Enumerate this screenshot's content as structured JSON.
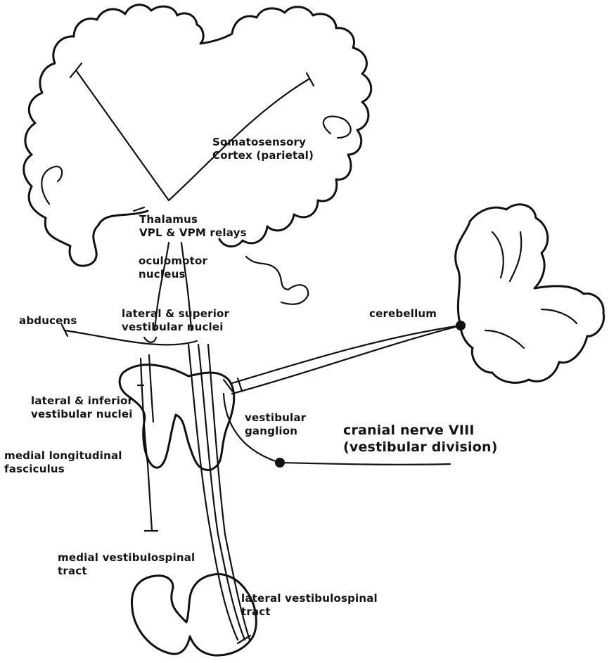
{
  "labels": {
    "somatosensory_cortex": "Somatosensory\nCortex (parietal)",
    "thalamus": "Thalamus\nVPL & VPM relays",
    "oculomotor_nucleus": "oculomotor\nnucleus",
    "abducens": "abducens",
    "lateral_superior_vestibular_nuclei": "lateral & superior\nvestibular nuclei",
    "cerebellum": "cerebellum",
    "lateral_inferior_vestibular_nuclei": "lateral & inferior\nvestibular nuclei",
    "vestibular_ganglion": "vestibular\nganglion",
    "cranial_nerve_viii": "cranial nerve VIII\n(vestibular division)",
    "medial_longitudinal_fasciculus": "medial longitudinal\nfasciculus",
    "medial_vestibulospinal_tract": "medial vestibulospinal\ntract",
    "lateral_vestibulospinal_tract": "lateral vestibulospinal\ntract"
  }
}
